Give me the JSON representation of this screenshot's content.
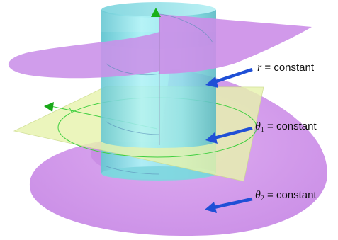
{
  "colors": {
    "cylinder": "#8fe3ea",
    "cylinder_dark": "#5fc3cc",
    "helicoid_plane": "#cc8ee8",
    "horizontal_plane": "#e2f0a8",
    "arrow": "#1f4fd6",
    "axis_green": "#1fbf1f"
  },
  "labels": {
    "r_surface": {
      "symbol": "r",
      "subscript": "",
      "text": " = constant"
    },
    "theta1_surface": {
      "symbol": "θ",
      "subscript": "1",
      "text": " = constant"
    },
    "theta2_surface": {
      "symbol": "θ",
      "subscript": "2",
      "text": " = constant"
    }
  }
}
